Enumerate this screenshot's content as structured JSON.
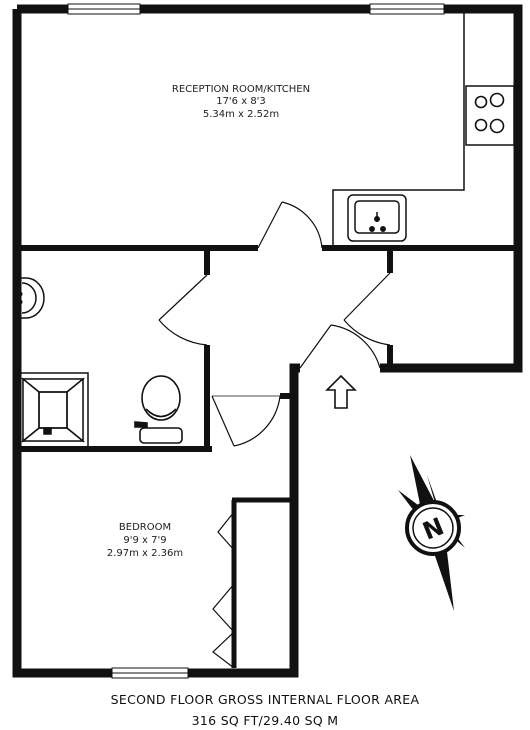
{
  "rooms": {
    "reception": {
      "name": "RECEPTION ROOM/KITCHEN",
      "imperial": "17'6 x 8'3",
      "metric": "5.34m x 2.52m"
    },
    "bedroom": {
      "name": "BEDROOM",
      "imperial": "9'9 x 7'9",
      "metric": "2.97m x 2.36m"
    }
  },
  "compass": {
    "letter": "N"
  },
  "footer": {
    "title": "SECOND FLOOR GROSS INTERNAL FLOOR AREA",
    "area": "316 SQ FT/29.40 SQ M"
  }
}
